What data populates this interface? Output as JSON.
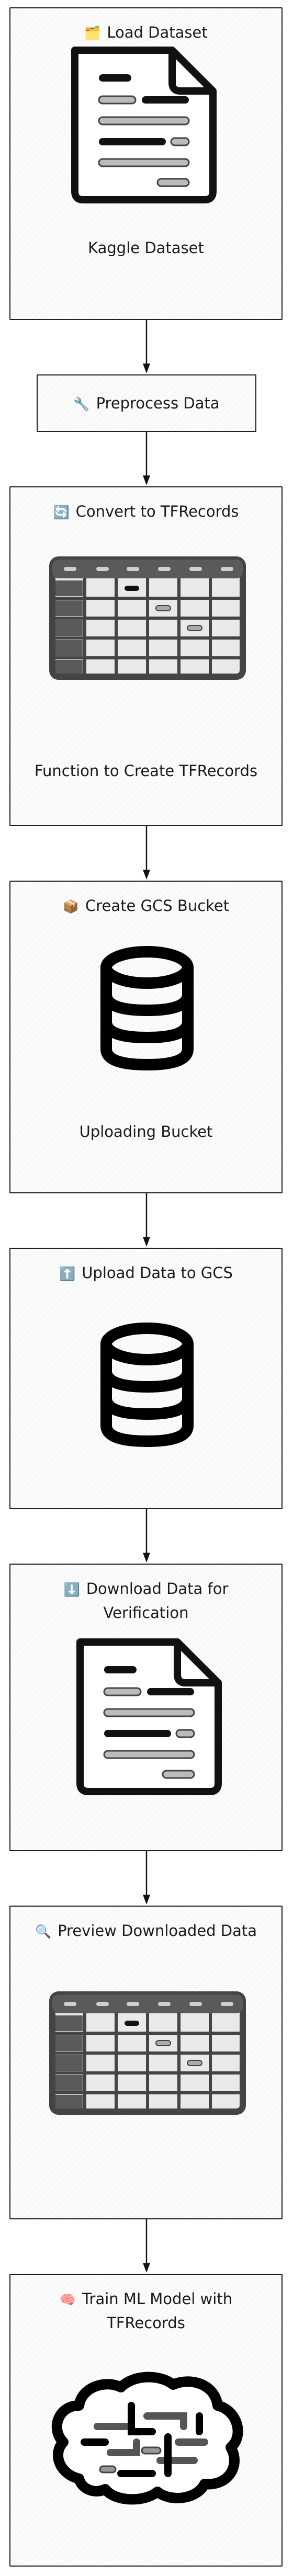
{
  "steps": [
    {
      "title": "Load Dataset",
      "icon": "🗂️",
      "art": "document-icon",
      "caption": "Kaggle Dataset"
    },
    {
      "title": "Preprocess Data",
      "icon": "🔧"
    },
    {
      "title": "Convert to TFRecords",
      "icon": "🔄",
      "art": "table-icon",
      "caption": "Function to Create TFRecords"
    },
    {
      "title": "Create GCS Bucket",
      "icon": "📦",
      "art": "database-icon",
      "caption": "Uploading Bucket"
    },
    {
      "title": "Upload Data to GCS",
      "icon": "⬆️",
      "art": "database-icon"
    },
    {
      "title": "Download Data for Verification",
      "icon": "⬇️",
      "art": "document-icon"
    },
    {
      "title": "Preview Downloaded Data",
      "icon": "🔍",
      "art": "table-icon"
    },
    {
      "title": "Train ML Model with TFRecords",
      "icon": "🧠",
      "art": "brain-icon"
    }
  ]
}
